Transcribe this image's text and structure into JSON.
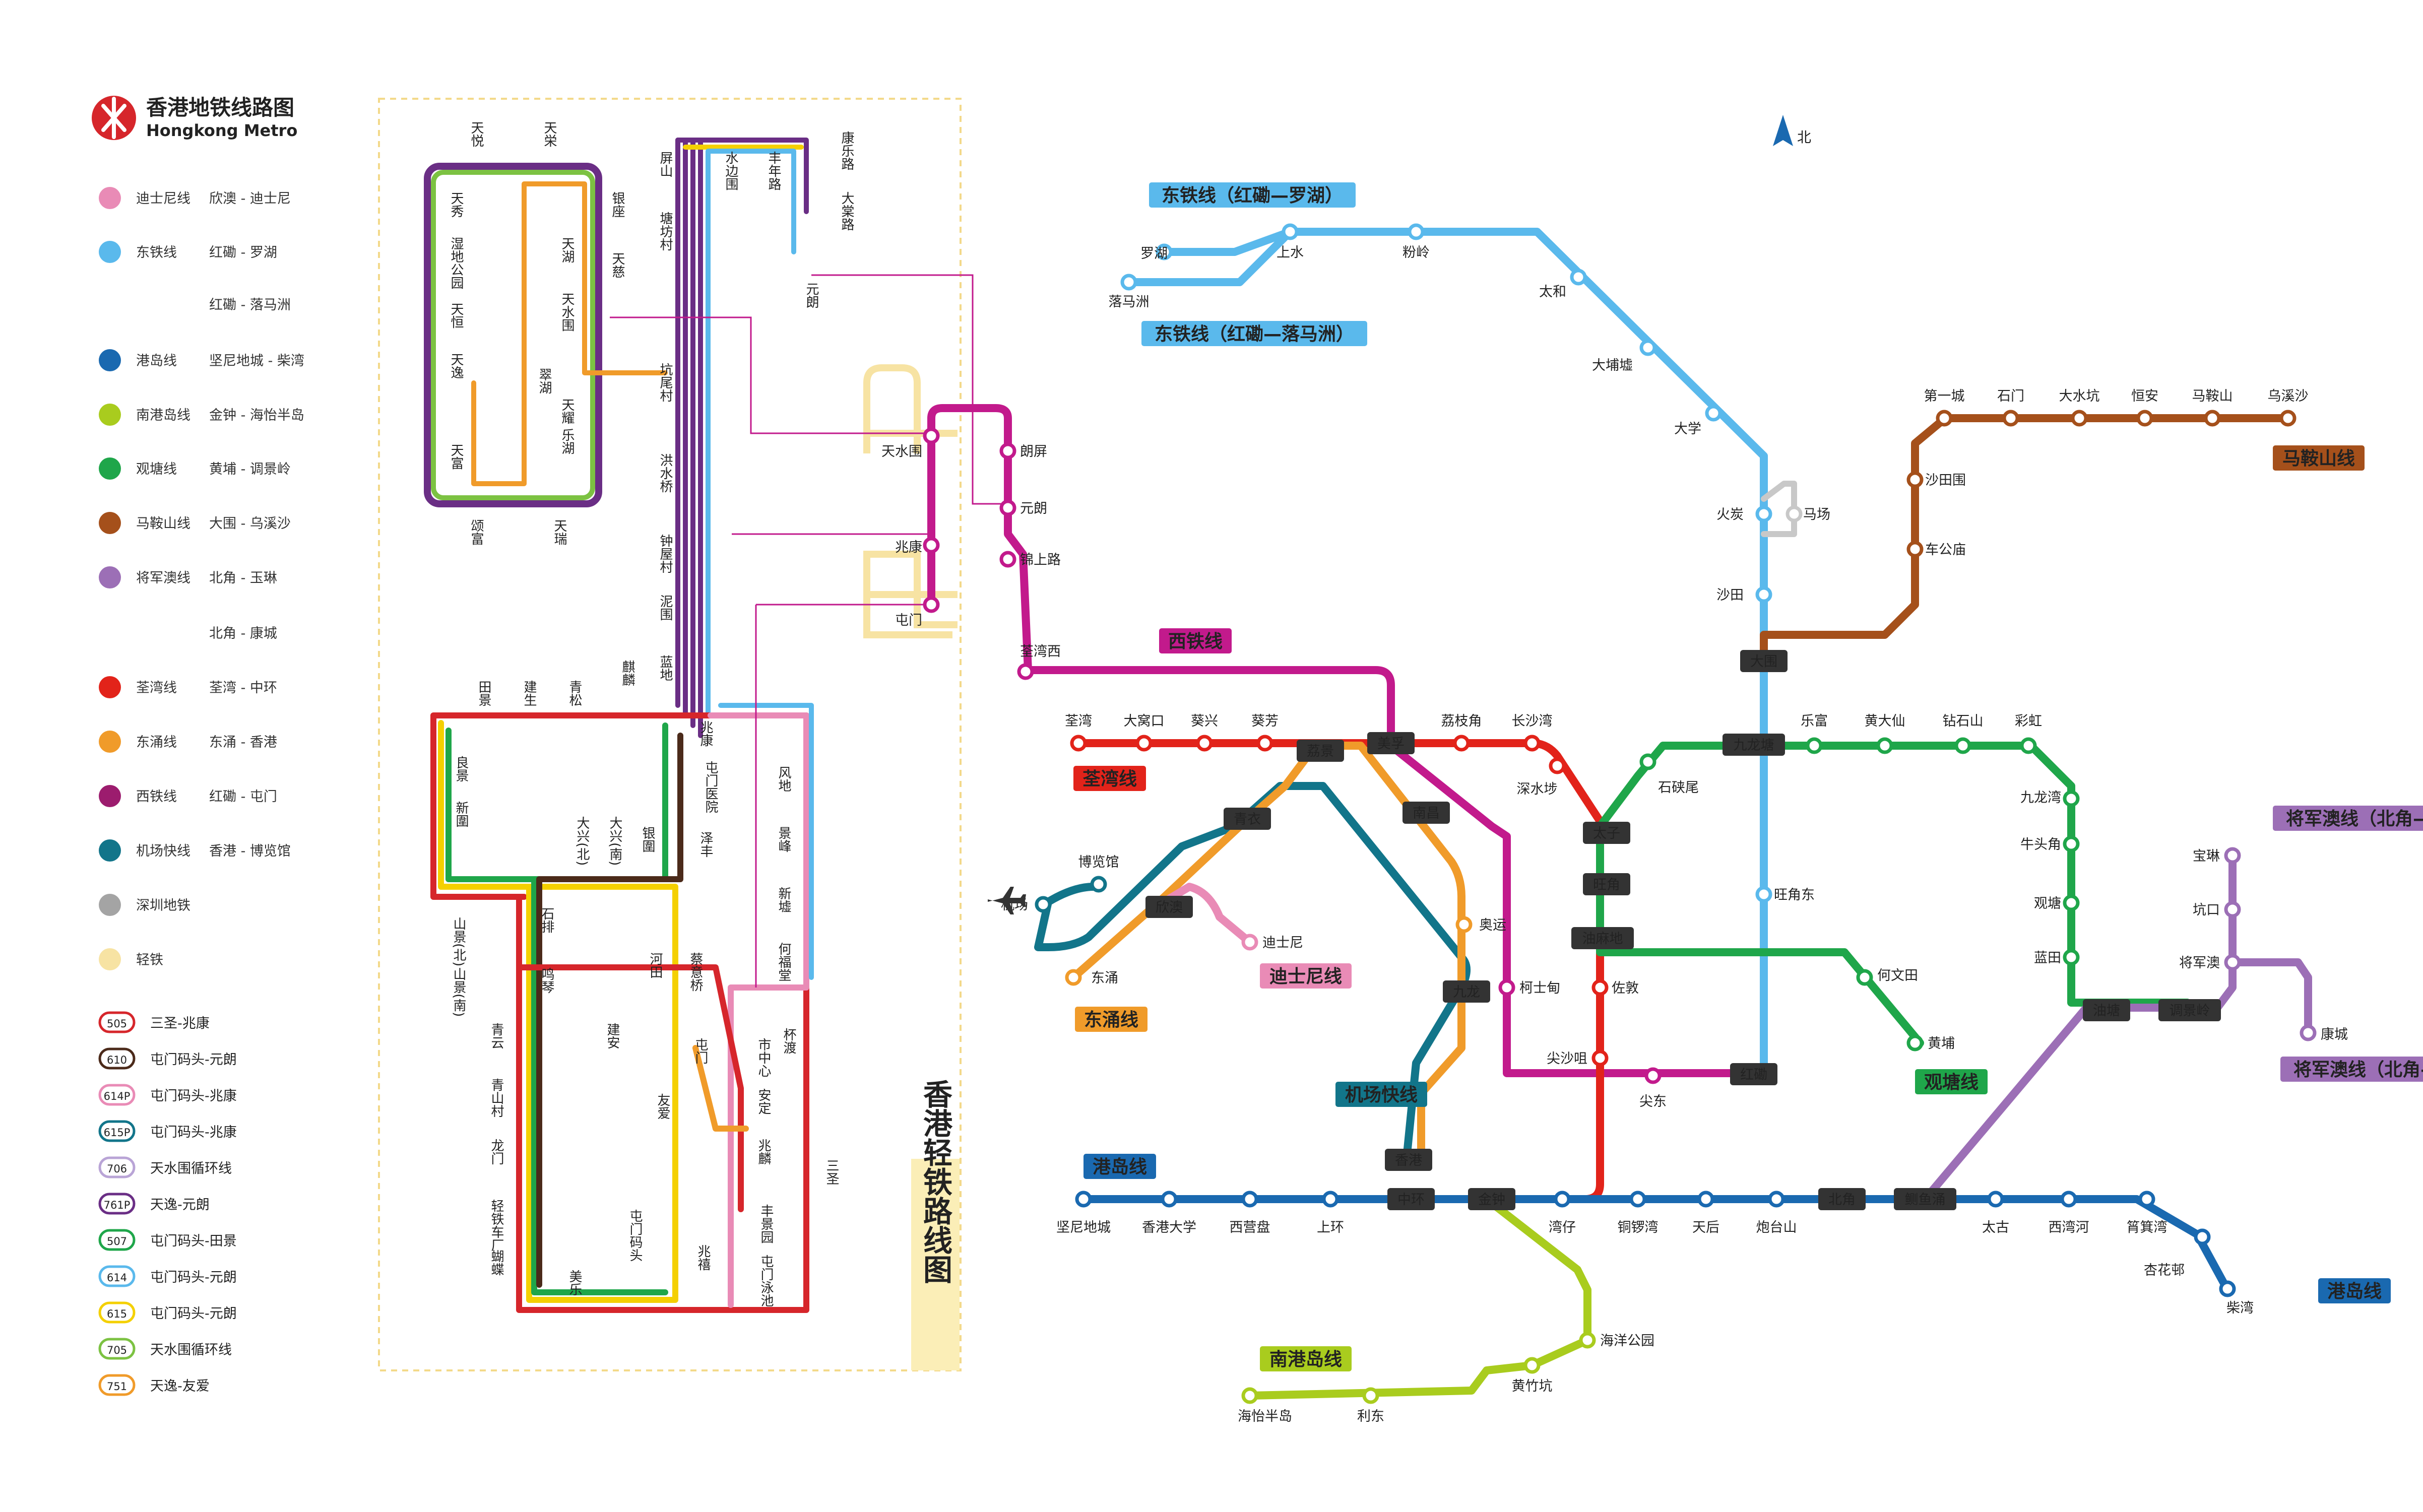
{
  "header": {
    "title": "香港地铁线路图",
    "subtitle": "Hongkong Metro",
    "north_label": "北"
  },
  "legend": [
    {
      "color": "#e98bb6",
      "name": "迪士尼线",
      "route": "欣澳 - 迪士尼"
    },
    {
      "color": "#5ab9ec",
      "name": "东铁线",
      "route": "红磡 - 罗湖"
    },
    {
      "color": "#5ab9ec",
      "name": "",
      "route": "红磡 - 落马洲"
    },
    {
      "color": "#1a69b0",
      "name": "港岛线",
      "route": "坚尼地城 - 柴湾"
    },
    {
      "color": "#a9cc1e",
      "name": "南港岛线",
      "route": "金钟 - 海怡半岛"
    },
    {
      "color": "#1fa64a",
      "name": "观塘线",
      "route": "黄埔 - 调景岭"
    },
    {
      "color": "#a5501b",
      "name": "马鞍山线",
      "route": "大围 - 乌溪沙"
    },
    {
      "color": "#9c6fb6",
      "name": "将军澳线",
      "route": "北角 - 玉琳"
    },
    {
      "color": "#9c6fb6",
      "name": "",
      "route": "北角 - 康城"
    },
    {
      "color": "#e2231a",
      "name": "荃湾线",
      "route": "荃湾 - 中环"
    },
    {
      "color": "#f09b2a",
      "name": "东涌线",
      "route": "东涌 - 香港"
    },
    {
      "color": "#9c1c6e",
      "name": "西铁线",
      "route": "红磡 - 屯门"
    },
    {
      "color": "#12758a",
      "name": "机场快线",
      "route": "香港 - 博览馆"
    },
    {
      "color": "#a4a4a4",
      "name": "深圳地铁",
      "route": ""
    },
    {
      "color": "#f7e3a3",
      "name": "轻铁",
      "route": ""
    }
  ],
  "bus_legend": [
    {
      "code": "505",
      "color": "#d6262b",
      "route": "三圣-兆康"
    },
    {
      "code": "610",
      "color": "#4b2a1a",
      "route": "屯门码头-元朗"
    },
    {
      "code": "614P",
      "color": "#e98bb6",
      "route": "屯门码头-兆康"
    },
    {
      "code": "615P",
      "color": "#12758a",
      "route": "屯门码头-兆康"
    },
    {
      "code": "706",
      "color": "#b9a4d6",
      "route": "天水围循环线"
    },
    {
      "code": "761P",
      "color": "#6a2e85",
      "route": "天逸-元朗"
    },
    {
      "code": "507",
      "color": "#1fa64a",
      "route": "屯门码头-田景"
    },
    {
      "code": "614",
      "color": "#5ab9ec",
      "route": "屯门码头-元朗"
    },
    {
      "code": "615",
      "color": "#f4d000",
      "route": "屯门码头-元朗"
    },
    {
      "code": "705",
      "color": "#7cc242",
      "route": "天水围循环线"
    },
    {
      "code": "751",
      "color": "#f09b2a",
      "route": "天逸-友爱"
    }
  ],
  "lrt_panel_title": "香港轻铁路线图",
  "line_labels": [
    {
      "text": "东铁线（红磡—罗湖）",
      "color": "#5ab9ec"
    },
    {
      "text": "东铁线（红磡—落马洲）",
      "color": "#5ab9ec"
    },
    {
      "text": "马鞍山线",
      "color": "#a5501b"
    },
    {
      "text": "西铁线",
      "color": "#c21a8c"
    },
    {
      "text": "荃湾线",
      "color": "#e2231a"
    },
    {
      "text": "将军澳线（北角—玉琳）",
      "color": "#9c6fb6"
    },
    {
      "text": "将军澳线（北角—康城）",
      "color": "#9c6fb6"
    },
    {
      "text": "迪士尼线",
      "color": "#e98bb6"
    },
    {
      "text": "东涌线",
      "color": "#f09b2a"
    },
    {
      "text": "观塘线",
      "color": "#1fa64a"
    },
    {
      "text": "机场快线",
      "color": "#12758a"
    },
    {
      "text": "港岛线",
      "color": "#1a69b0"
    },
    {
      "text": "港岛线",
      "color": "#1a69b0"
    },
    {
      "text": "南港岛线",
      "color": "#a9cc1e"
    }
  ],
  "stations": {
    "east_rail": [
      "罗湖",
      "落马洲",
      "上水",
      "粉岭",
      "太和",
      "大埔墟",
      "大学",
      "火炭",
      "马场",
      "沙田",
      "大围",
      "九龙塘",
      "旺角东",
      "红磡"
    ],
    "ma_on_shan": [
      "第一城",
      "石门",
      "大水坑",
      "恒安",
      "马鞍山",
      "乌溪沙",
      "沙田围",
      "车公庙"
    ],
    "west_rail": [
      "天水围",
      "兆康",
      "屯门",
      "朗屏",
      "元朗",
      "锦上路",
      "荃湾西",
      "美孚",
      "南昌",
      "奥运",
      "柯士甸",
      "尖东",
      "尖沙咀"
    ],
    "tsuen_wan": [
      "荃湾",
      "大窝口",
      "葵兴",
      "葵芳",
      "荔景",
      "荔枝角",
      "长沙湾",
      "深水埗",
      "太子",
      "旺角",
      "油麻地",
      "佐敦"
    ],
    "kwun_tong": [
      "石硖尾",
      "乐富",
      "黄大仙",
      "钻石山",
      "彩虹",
      "九龙湾",
      "牛头角",
      "观塘",
      "蓝田",
      "油塘",
      "调景岭",
      "何文田",
      "黄埔"
    ],
    "tko": [
      "宝琳",
      "坑口",
      "将军澳",
      "康城"
    ],
    "airport": [
      "博览馆",
      "机场",
      "青衣",
      "九龙",
      "香港"
    ],
    "tung_chung": [
      "东涌",
      "欣澳"
    ],
    "disney": [
      "迪士尼"
    ],
    "island": [
      "坚尼地城",
      "香港大学",
      "西营盘",
      "上环",
      "中环",
      "金钟",
      "湾仔",
      "铜锣湾",
      "天后",
      "炮台山",
      "北角",
      "鲗鱼涌",
      "太古",
      "西湾河",
      "筲箕湾",
      "杏花邨",
      "柴湾"
    ],
    "south_island": [
      "海洋公园",
      "黄竹坑",
      "利东",
      "海怡半岛"
    ]
  },
  "lrt_stops": [
    "天悦",
    "天栄",
    "天秀",
    "湿地公园",
    "天恒",
    "天逸",
    "天富",
    "银座",
    "天湖",
    "天慈",
    "天水围",
    "翠湖",
    "天耀",
    "乐湖",
    "颂富",
    "天瑞",
    "屏山",
    "塘坊村",
    "水边围",
    "丰年路",
    "康乐路",
    "大棠路",
    "元朗",
    "坑尾村",
    "洪水桥",
    "钟屋村",
    "泥围",
    "蓝地",
    "麒麟",
    "田景",
    "建生",
    "青松",
    "良景",
    "新圍",
    "兆康",
    "屯门医院",
    "泽丰",
    "大兴(北)",
    "大兴(南)",
    "银圍",
    "石排",
    "鸣琴",
    "蔡意桥",
    "河田",
    "山景(北)",
    "山景(南)",
    "建安",
    "屯门",
    "市中心",
    "安定",
    "友爱",
    "兆麟",
    "三圣",
    "青云",
    "青山村",
    "龙门",
    "轻铁车厂",
    "蝴蝶",
    "美乐",
    "屯门码头",
    "兆禧",
    "丰景园",
    "屯门泳池",
    "风地",
    "景峰",
    "新墟",
    "何福堂",
    "杯渡"
  ],
  "colors": {
    "east_rail": "#5ab9ec",
    "ma_on_shan": "#a5501b",
    "west_rail": "#c21a8c",
    "tsuen_wan": "#e2231a",
    "kwun_tong": "#1fa64a",
    "tko": "#9c6fb6",
    "airport": "#12758a",
    "tung_chung": "#f09b2a",
    "disney": "#e98bb6",
    "island": "#1a69b0",
    "south_island": "#a9cc1e",
    "lrt_bg": "#f7e3a3",
    "shenzhen": "#c8c8c8",
    "interchange_box": "#333333"
  }
}
